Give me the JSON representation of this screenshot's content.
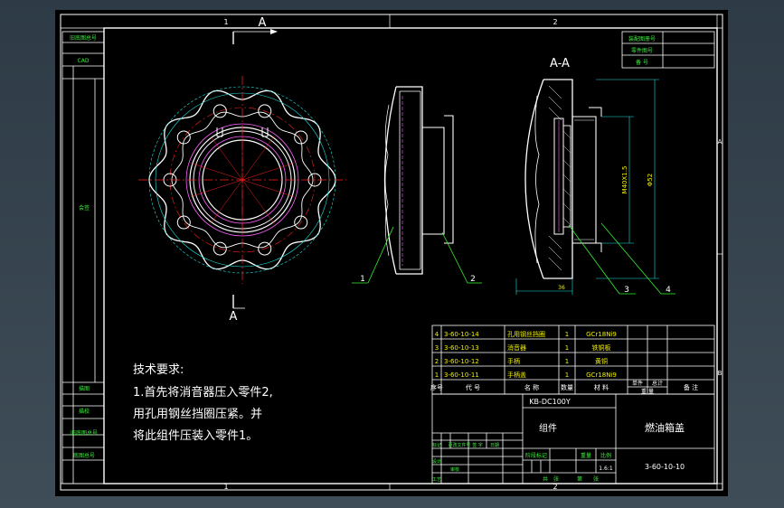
{
  "section_marks": {
    "top": "A",
    "bottom": "A",
    "section_view_title": "A-A"
  },
  "zone_numbers": {
    "top": [
      "1",
      "2"
    ],
    "bottom": [
      "1",
      "2"
    ],
    "right": [
      "A",
      "B"
    ]
  },
  "left_strip_labels": [
    "旧底图总号",
    "CAD",
    "会签",
    "描图",
    "描校",
    "旧底图总号",
    "底图总号"
  ],
  "top_right_stamp": [
    "装配图册号",
    "零件图号",
    "备 号"
  ],
  "balloons": [
    "1",
    "2",
    "3",
    "4"
  ],
  "dimensions": {
    "d1": "M40X1.5",
    "d2": "Φ52",
    "length": "36"
  },
  "tech_notes": {
    "heading": "技术要求:",
    "lines": [
      "1.首先将消音器压入零件2,",
      "用孔用钢丝挡圈压紧。并",
      "将此组件压装入零件1。"
    ]
  },
  "bom": {
    "rows": [
      {
        "no": "4",
        "code": "3-60-10-14",
        "name": "孔用钢丝挡圈",
        "qty": "1",
        "material": "GCr18Ni9"
      },
      {
        "no": "3",
        "code": "3-60-10-13",
        "name": "消音器",
        "qty": "1",
        "material": "铁铜板"
      },
      {
        "no": "2",
        "code": "3-60-10-12",
        "name": "手柄",
        "qty": "1",
        "material": "黄铜"
      },
      {
        "no": "1",
        "code": "3-60-10-11",
        "name": "手柄盖",
        "qty": "1",
        "material": "GCr18Ni9"
      }
    ],
    "header": [
      "序号",
      "代 号",
      "名 称",
      "数量",
      "材 料",
      "单件",
      "总计",
      "备 注"
    ],
    "weight_label": "重 量"
  },
  "title_block": {
    "model": "KB-DC100Y",
    "assembly": "组件",
    "part_name": "燃油箱盖",
    "drawing_no": "3-60-10-10",
    "scale": "1.6:1",
    "labels": {
      "mark": "标记",
      "change_doc": "更改文件号",
      "signature": "签 字",
      "date": "日期",
      "design": "设计",
      "check": "审核",
      "process": "工艺",
      "stage_mark": "阶段标记",
      "weight": "重量",
      "ratio": "比例",
      "sheets_total": "共",
      "sheet_no": "第",
      "sheets_unit_total": "张",
      "sheets_unit_no": "张"
    }
  },
  "colors": {
    "frame": "#ffffff",
    "outline": "#ffffff",
    "center_line": "#ff2020",
    "hidden_line": "#ff60ff",
    "dimension": "#20e0e0",
    "leader": "#30f030",
    "text": "#ffffff",
    "section_hatch": "#ffffff"
  }
}
